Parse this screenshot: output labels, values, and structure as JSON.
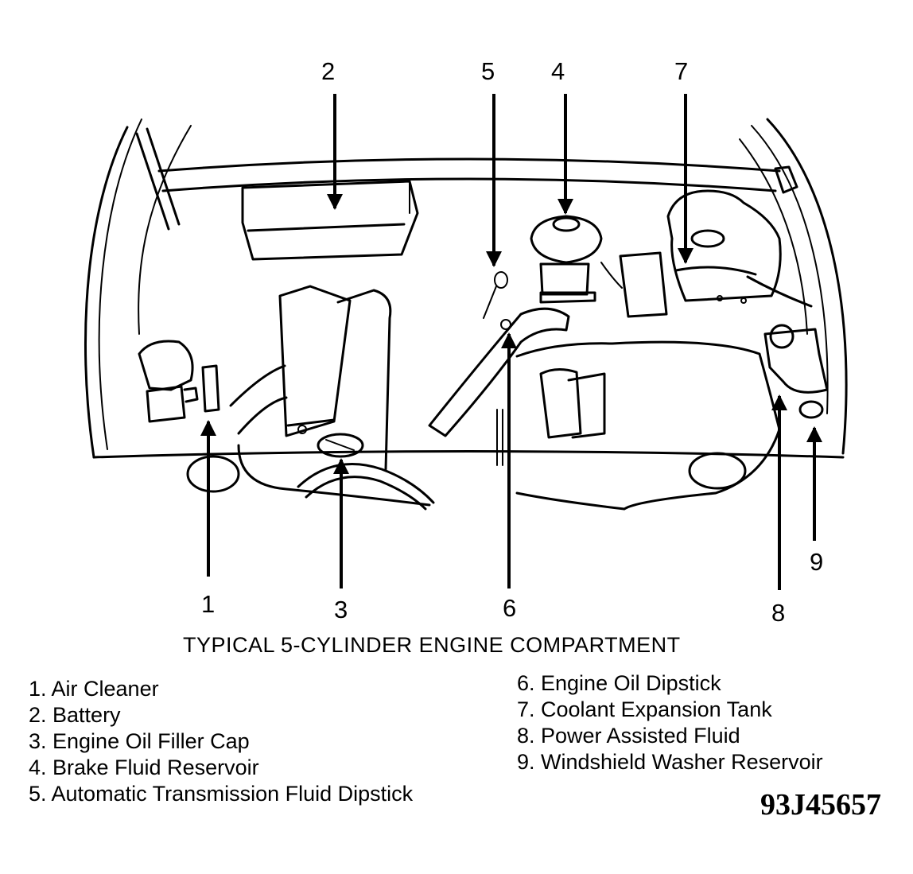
{
  "callouts": [
    "1",
    "2",
    "3",
    "4",
    "5",
    "6",
    "7",
    "8",
    "9"
  ],
  "caption": "TYPICAL 5-CYLINDER ENGINE COMPARTMENT",
  "legend_left": [
    "1. Air Cleaner",
    "2. Battery",
    "3. Engine Oil Filler Cap",
    "4. Brake Fluid Reservoir",
    "5. Automatic Transmission Fluid Dipstick"
  ],
  "legend_right": [
    "6. Engine Oil Dipstick",
    "7. Coolant Expansion Tank",
    "8. Power Assisted Fluid",
    "9. Windshield Washer Reservoir"
  ],
  "figure_id": "93J45657"
}
